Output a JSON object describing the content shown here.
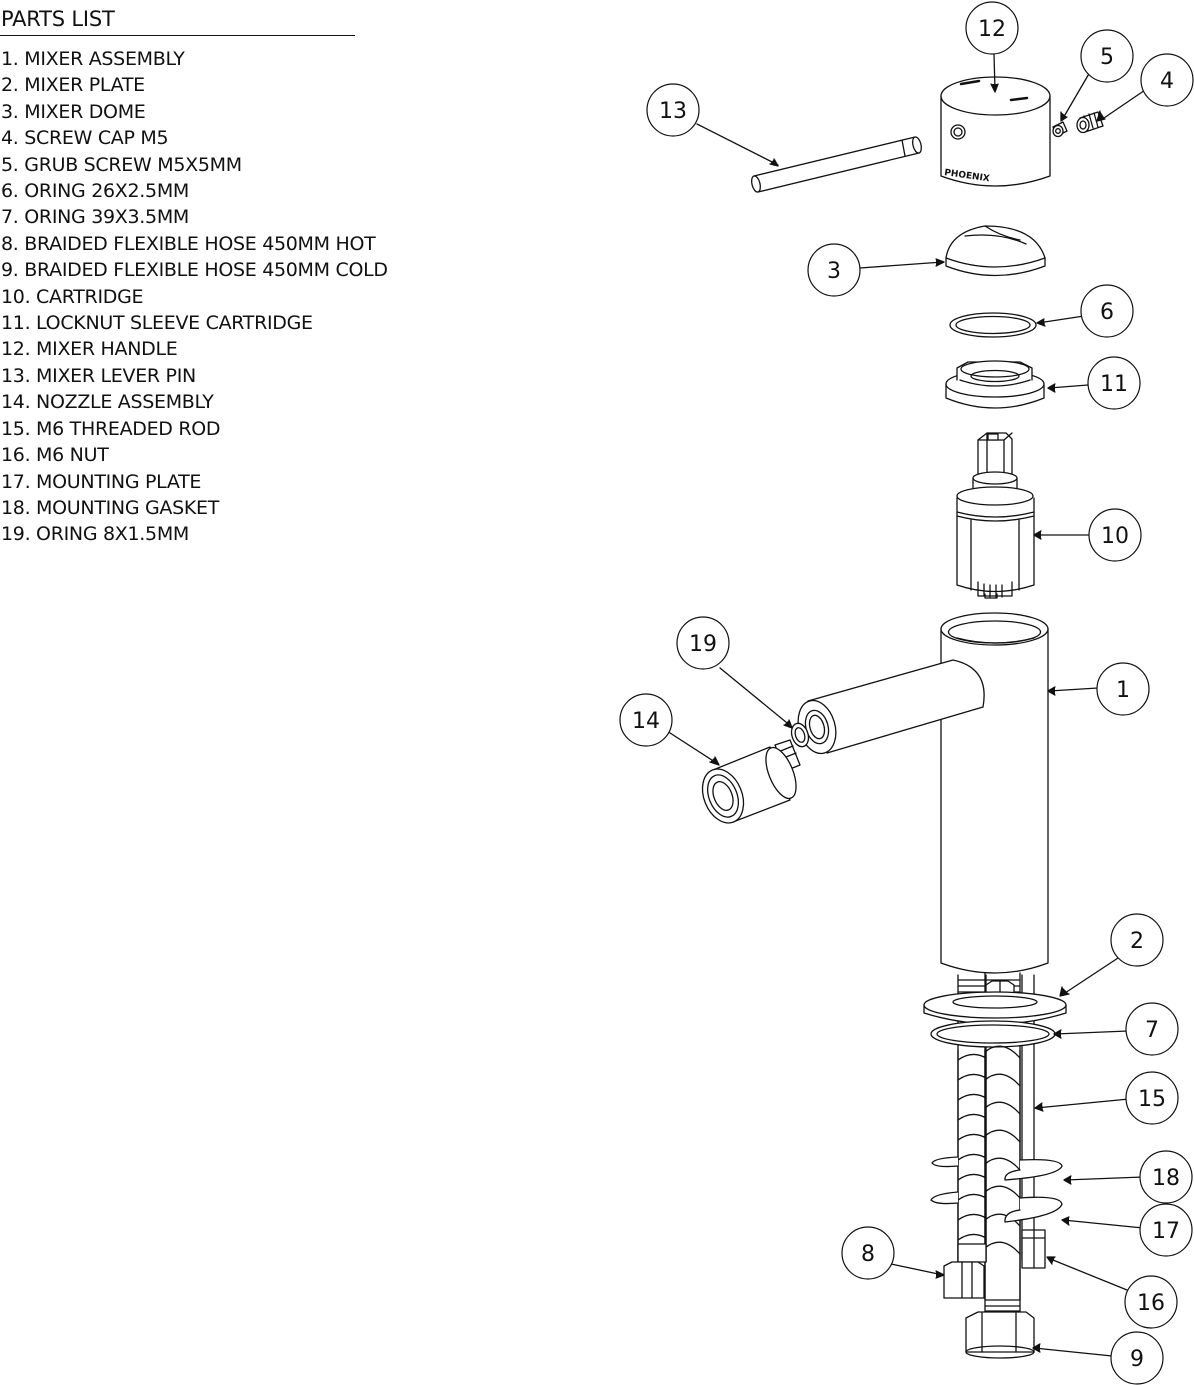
{
  "parts_list": {
    "title": "PARTS LIST",
    "items": [
      "1. MIXER ASSEMBLY",
      "2. MIXER PLATE",
      "3. MIXER DOME",
      "4. SCREW CAP M5",
      "5. GRUB SCREW M5X5MM",
      "6. ORING 26X2.5MM",
      "7. ORING 39X3.5MM",
      "8. BRAIDED FLEXIBLE HOSE 450MM HOT",
      "9. BRAIDED FLEXIBLE HOSE 450MM COLD",
      "10. CARTRIDGE",
      "11. LOCKNUT SLEEVE CARTRIDGE",
      "12. MIXER HANDLE",
      "13. MIXER LEVER PIN",
      "14. NOZZLE ASSEMBLY",
      "15. M6 THREADED ROD",
      "16. M6 NUT",
      "17. MOUNTING PLATE",
      "18. MOUNTING GASKET",
      "19. ORING 8X1.5MM"
    ]
  },
  "diagram": {
    "brand_mark": "PHOENIX",
    "callouts": [
      "1",
      "2",
      "3",
      "4",
      "5",
      "6",
      "7",
      "8",
      "9",
      "10",
      "11",
      "12",
      "13",
      "14",
      "15",
      "16",
      "17",
      "18",
      "19"
    ]
  },
  "colors": {
    "line": "#111111",
    "background": "#ffffff"
  }
}
